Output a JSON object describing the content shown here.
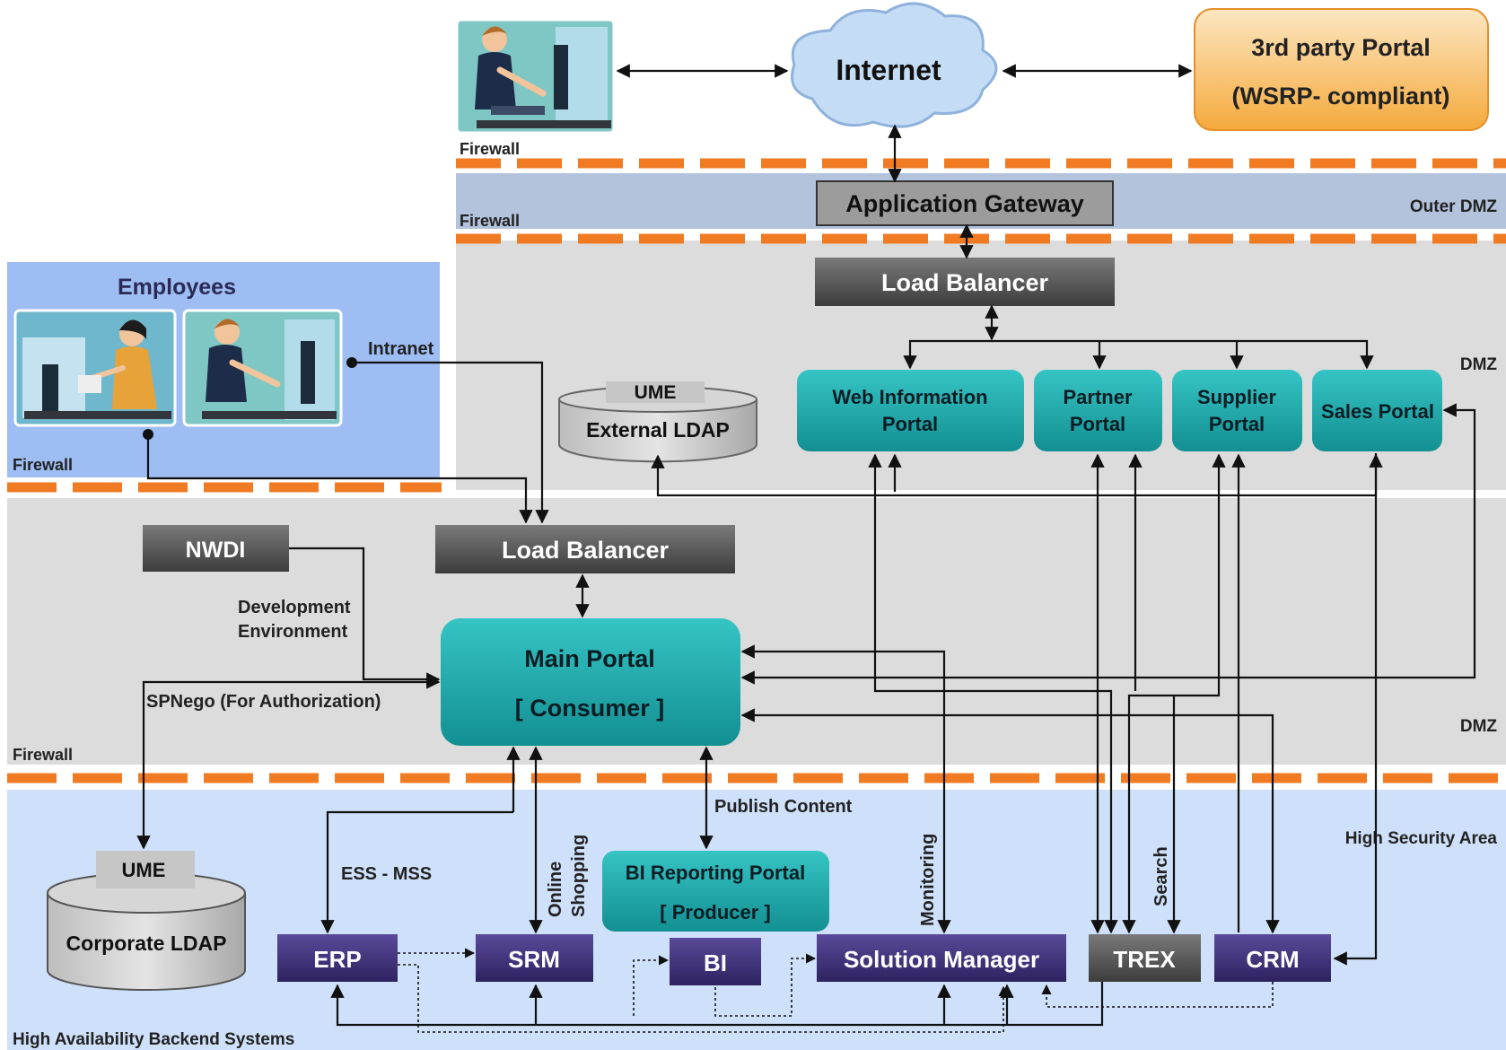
{
  "zones": {
    "outer_dmz": "Outer DMZ",
    "dmz_upper": "DMZ",
    "dmz_lower": "DMZ",
    "high_security": "High Security Area",
    "backend": "High Availability Backend Systems",
    "employees": "Employees"
  },
  "firewalls": [
    "Firewall",
    "Firewall",
    "Firewall",
    "Firewall"
  ],
  "nodes": {
    "internet": "Internet",
    "third_party_line1": "3rd party Portal",
    "third_party_line2": "(WSRP- compliant)",
    "app_gateway": "Application Gateway",
    "lb_top": "Load Balancer",
    "lb_mid": "Load Balancer",
    "ume_ext": "UME",
    "ext_ldap": "External LDAP",
    "web_info_1": "Web Information",
    "web_info_2": "Portal",
    "partner_1": "Partner",
    "partner_2": "Portal",
    "supplier_1": "Supplier",
    "supplier_2": "Portal",
    "sales": "Sales Portal",
    "nwdi": "NWDI",
    "main_portal_1": "Main Portal",
    "main_portal_2": "[ Consumer ]",
    "ume_corp": "UME",
    "corp_ldap": "Corporate LDAP",
    "bi_portal_1": "BI Reporting Portal",
    "bi_portal_2": "[ Producer ]",
    "erp": "ERP",
    "srm": "SRM",
    "bi": "BI",
    "solman": "Solution Manager",
    "trex": "TREX",
    "crm": "CRM"
  },
  "edge_labels": {
    "intranet": "Intranet",
    "dev_env_1": "Development",
    "dev_env_2": "Environment",
    "spnego": "SPNego  (For Authorization)",
    "publish": "Publish Content",
    "ess_mss": "ESS - MSS",
    "online_1": "Online",
    "online_2": "Shopping",
    "monitoring": "Monitoring",
    "search": "Search"
  },
  "colors": {
    "firewall_stripe": "#f07b22",
    "outer_dmz_band": "#b3c3dc",
    "dmz_band": "#dcdcdc",
    "employee_zone": "#9dbdf3",
    "backend_zone": "#cfe0fa",
    "teal_box": "#1aa8aa",
    "gray_box": "#5a5a5a",
    "purple_box": "#3e2f7a",
    "cloud": "#c5dcf5",
    "third_party": "#f7bd5e"
  }
}
